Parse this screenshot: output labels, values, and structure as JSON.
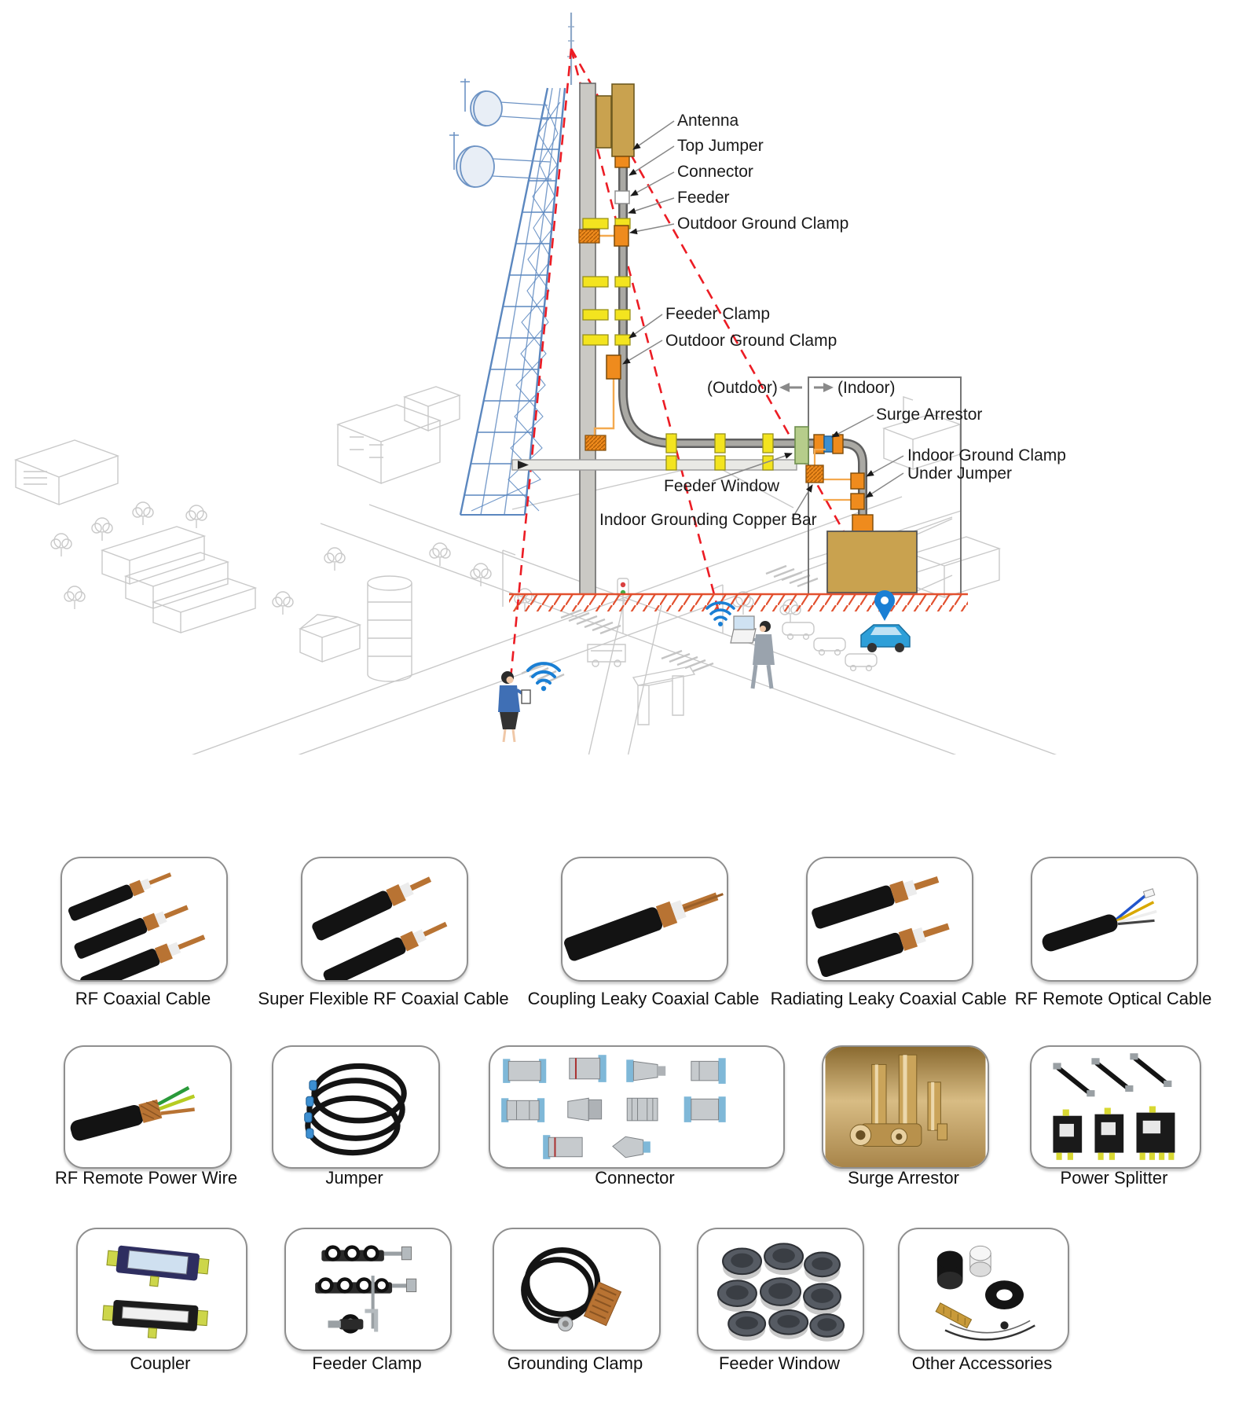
{
  "diagram": {
    "labels": {
      "antenna": "Antenna",
      "top_jumper": "Top Jumper",
      "connector": "Connector",
      "feeder": "Feeder",
      "outdoor_ground_clamp_1": "Outdoor Ground Clamp",
      "feeder_clamp": "Feeder Clamp",
      "outdoor_ground_clamp_2": "Outdoor Ground Clamp",
      "outdoor": "(Outdoor)",
      "indoor": "(Indoor)",
      "surge_arrestor": "Surge Arrestor",
      "indoor_ground_clamp": "Indoor Ground Clamp",
      "under_jumper": "Under Jumper",
      "feeder_window": "Feeder Window",
      "indoor_grounding_copper_bar": "Indoor Grounding Copper Bar"
    },
    "colors": {
      "callout_red": "#ec1c24",
      "clamp_yellow": "#f3e41f",
      "ground_orange": "#ef8b1d",
      "window_green": "#b6cd8b",
      "surge_blue": "#3d8fd1",
      "antenna_tan": "#c9a24f",
      "tower_blue": "#5b87bf",
      "wall_gray": "#cac9c4",
      "wifi_blue": "#1a7fd4"
    }
  },
  "products": {
    "rows": [
      {
        "items": [
          {
            "label": "RF Coaxial Cable"
          },
          {
            "label": "Super Flexible RF Coaxial Cable"
          },
          {
            "label": "Coupling Leaky Coaxial Cable"
          },
          {
            "label": "Radiating Leaky Coaxial Cable"
          },
          {
            "label": "RF Remote Optical Cable"
          }
        ]
      },
      {
        "items": [
          {
            "label": "RF Remote Power Wire"
          },
          {
            "label": "Jumper"
          },
          {
            "label": "Connector"
          },
          {
            "label": "Surge Arrestor"
          },
          {
            "label": "Power Splitter"
          }
        ]
      },
      {
        "items": [
          {
            "label": "Coupler"
          },
          {
            "label": "Feeder Clamp"
          },
          {
            "label": "Grounding Clamp"
          },
          {
            "label": "Feeder Window"
          },
          {
            "label": "Other Accessories"
          }
        ]
      }
    ]
  }
}
